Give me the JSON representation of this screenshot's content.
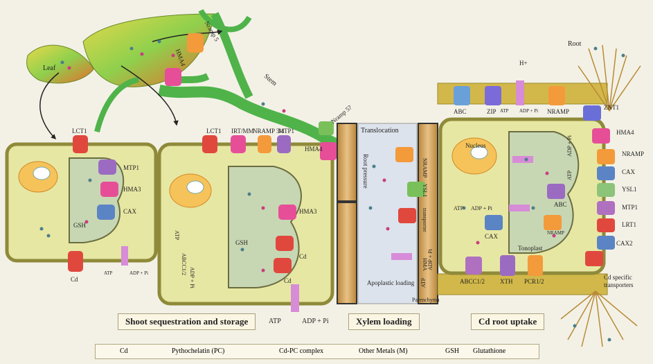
{
  "labels": {
    "leaf": "Leaf",
    "stem": "Stem",
    "root": "Root",
    "nramp5": "Nramp 5",
    "hma4_leaf": "HMA4",
    "nramp57": "Nramp 5?",
    "hma4_stem": "HMA4",
    "lct1_a": "LCT1",
    "lct1_b": "LCT1",
    "irt": "IRT/MM",
    "nramp34": "NRAMP 3/4",
    "mtp1_b": "MTP1",
    "mtp1_a": "MTP1",
    "hma3_a": "HMA3",
    "hma3_b": "HMA3",
    "cax_a": "CAX",
    "gsh_a": "GSH",
    "gsh_b": "GSH",
    "cd_a": "Cd",
    "cd_b1": "Cd",
    "cd_b2": "Cd",
    "atp_a": "ATP",
    "adp_a": "ADP + Pi",
    "atp_b": "ATP",
    "adp_b": "ADP + Pi",
    "abcc12_b": "ABCC1/2",
    "atp_ab": "ATP",
    "adp_ab": "ADP + Pi",
    "translocation": "Translocation",
    "root_pressure": "Root pressure",
    "apoplastic": "Apoplastic loading",
    "parenchyma": "Parenchyma",
    "nramp_x": "NRAMP",
    "ysl_x": "YSL1",
    "transporter_x": "transporter",
    "atp_x": "ATP",
    "adp_x": "ADP + Pi",
    "hma_x": "HMA",
    "abc_top": "ABC",
    "zip_top": "ZIP",
    "atp_top": "ATP",
    "adp_top": "ADP + Pi",
    "nramp_top": "NRAMP",
    "h_plus": "H+",
    "znt1": "ZNT1",
    "hma4_r": "HMA4",
    "nramp_r": "NRAMP",
    "cax_r": "CAX",
    "ysl1_r": "YSL1",
    "mtp1_r": "MTP1",
    "lrt1_r": "LRT1",
    "cax2_r": "CAX2",
    "cd_specific": "Cd specific transporters",
    "nucleus": "Nucleus",
    "abc_in": "ABC",
    "cax_in": "CAX",
    "nramp_in": "NRAMP",
    "tonoplast": "Tonoplast",
    "atp_in": "ATP",
    "adp_in": "ADP + Pi",
    "atp_in2": "ATP",
    "adp_in2": "ADP + Pi",
    "abcc12_r": "ABCC1/2",
    "xth": "XTH",
    "pcr12": "PCR1/2"
  },
  "sections": {
    "shoot": "Shoot sequestration and storage",
    "xylem": "Xylem loading",
    "root_uptake": "Cd root uptake"
  },
  "legend": {
    "cd": "Cd",
    "pc": "Pythochelatin (PC)",
    "cdpc": "Cd-PC complex",
    "other": "Other Metals (M)",
    "gsh": "GSH",
    "glut": "Glutathione"
  },
  "colors": {
    "cell_wall": "#8f8a3a",
    "cytoplasm": "#e7e7a4",
    "leaf_green": "#4fb34a",
    "vacuole": "#c8d7b3",
    "transporter_red": "#e0483e",
    "transporter_pink": "#e64f98",
    "transporter_purple": "#9b6bc2",
    "transporter_orange": "#f39a3b",
    "transporter_blue": "#5b84c4"
  }
}
